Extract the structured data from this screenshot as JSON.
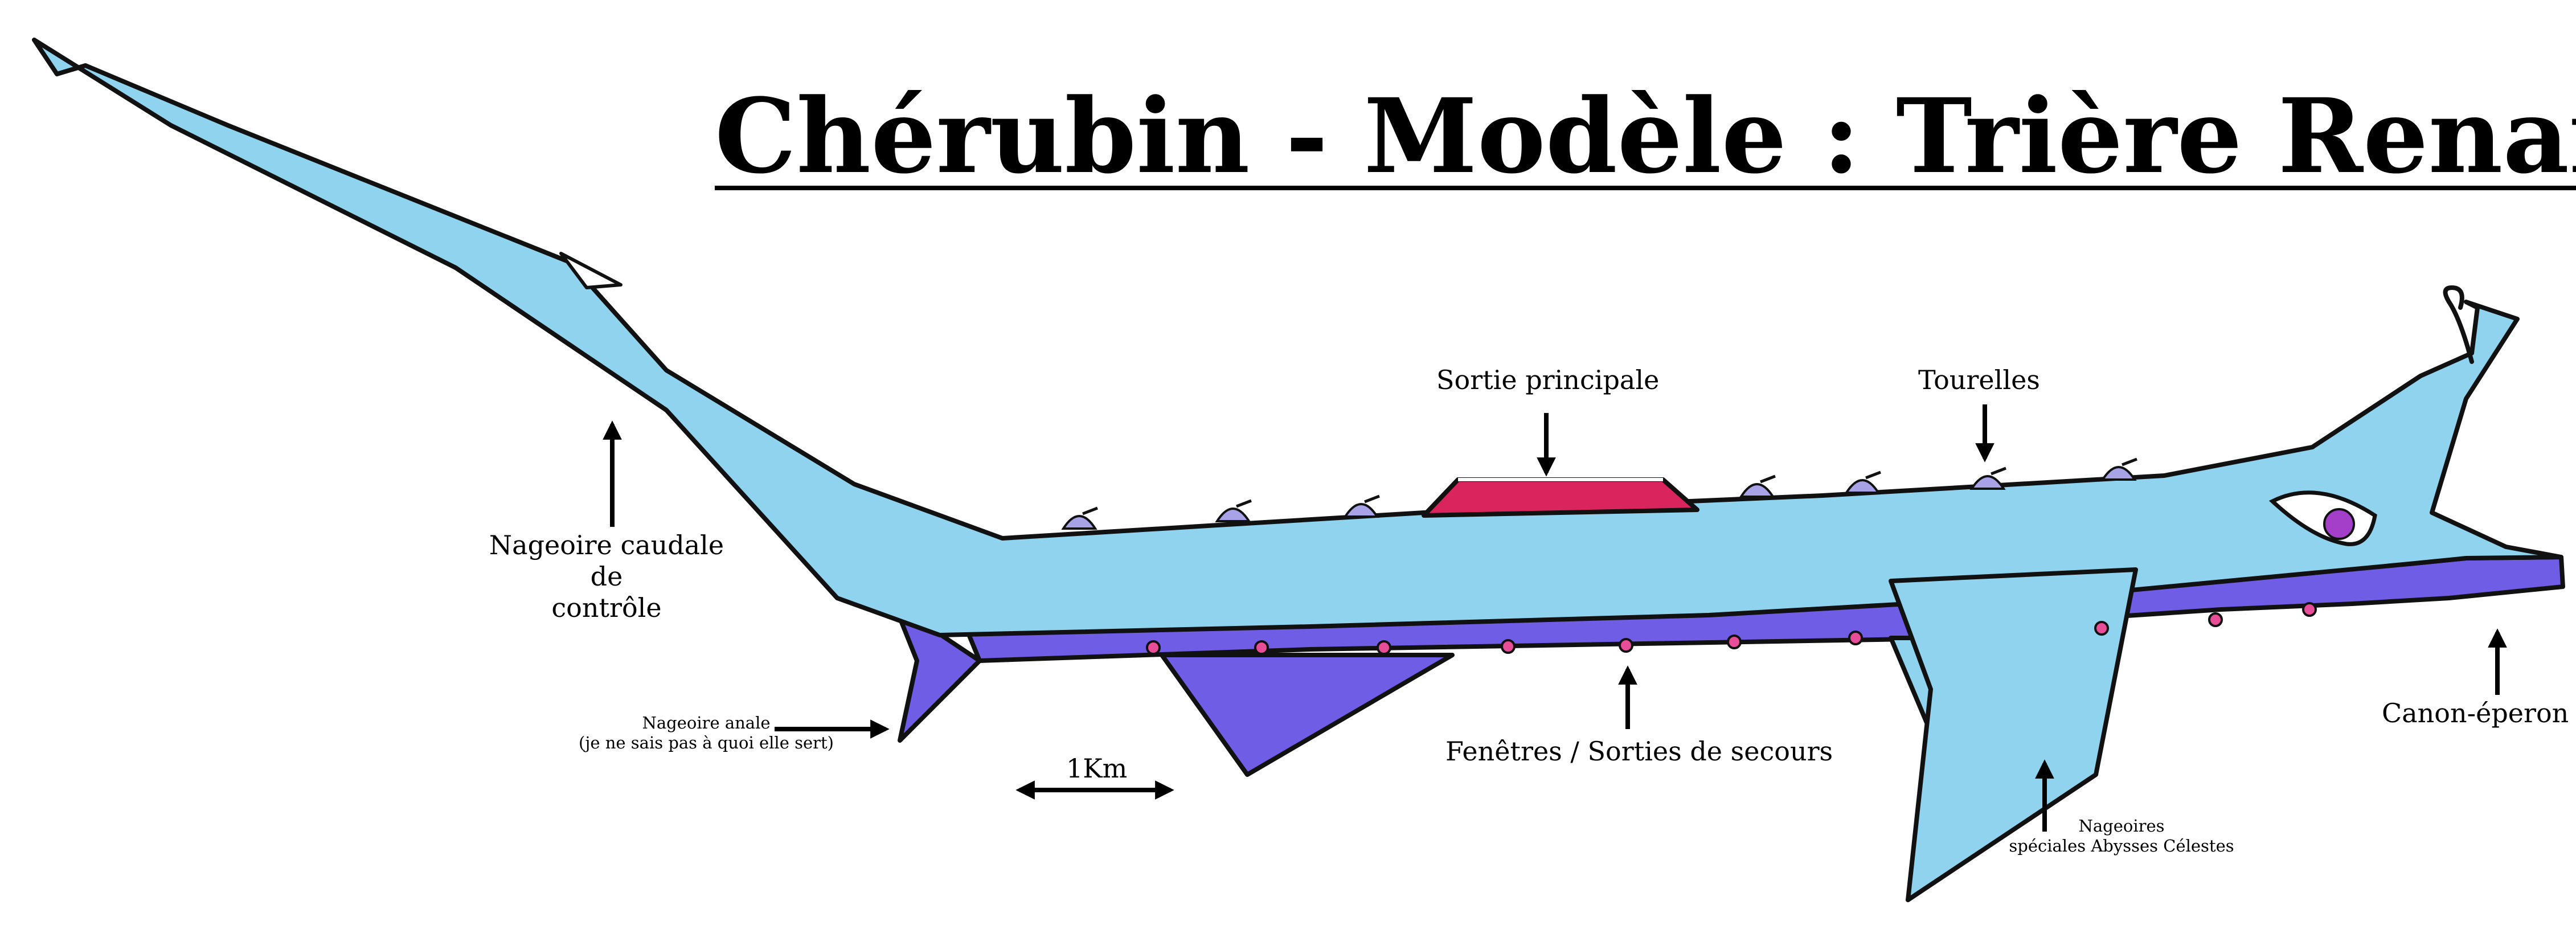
{
  "title": "Chérubin - Modèle : Trière Renard",
  "colors": {
    "body": "#8fd3ee",
    "belly": "#6f5de6",
    "hatch": "#d9245e",
    "window": "#e84e97",
    "turret": "#a8a2e6",
    "eye": "#a33fc9",
    "outline": "#111111"
  },
  "labels": {
    "main_exit": "Sortie principale",
    "turrets": "Tourelles",
    "tail_line1": "Nageoire caudale",
    "tail_line2": "de",
    "tail_line3": "contrôle",
    "anal_line1": "Nageoire anale",
    "anal_line2": "(je ne sais pas à quoi elle sert)",
    "scale": "1Km",
    "windows": "Fenêtres / Sorties de secours",
    "fins_line1": "Nageoires",
    "fins_line2": "spéciales Abysses Célestes",
    "ram": "Canon-éperon"
  }
}
